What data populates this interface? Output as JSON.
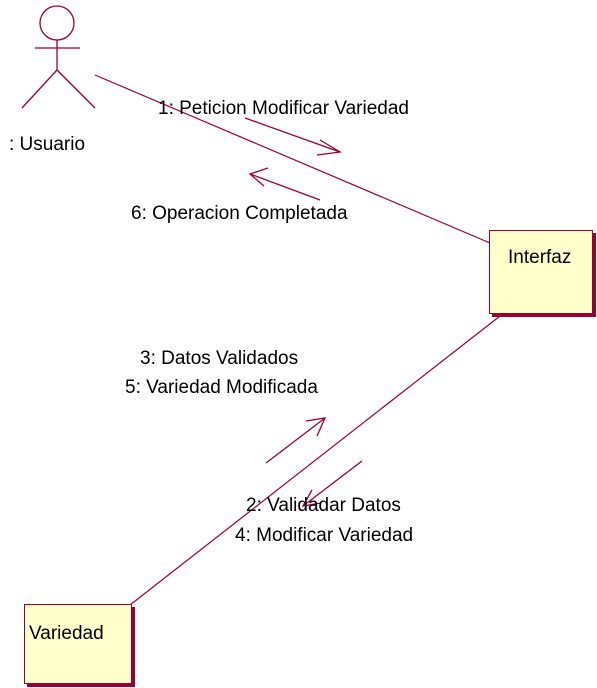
{
  "colors": {
    "line": "#990033",
    "object_fill": "#ffffcc",
    "text": "#000000"
  },
  "actor": {
    "label": ": Usuario",
    "icon": "stick-figure-actor-icon"
  },
  "objects": {
    "interfaz": "Interfaz",
    "variedad": "Variedad"
  },
  "messages": {
    "m1": "1: Peticion Modificar Variedad",
    "m2": "2: Validadar Datos",
    "m3": "3: Datos Validados",
    "m4": "4: Modificar Variedad",
    "m5": "5: Variedad Modificada",
    "m6": "6: Operacion Completada"
  }
}
